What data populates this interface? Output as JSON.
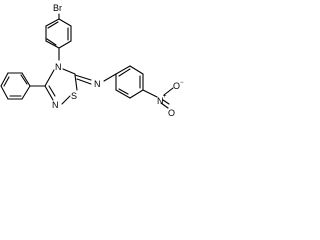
{
  "molecule": {
    "atoms": {
      "br": "Br",
      "n_ring": "N",
      "n_imine": "N",
      "n_ring_lower": "N",
      "s_ring": "S",
      "n_nitro": "N",
      "nitro_charge": "+",
      "o_top": "O",
      "o_bottom": "O",
      "o_charge": "−"
    }
  }
}
